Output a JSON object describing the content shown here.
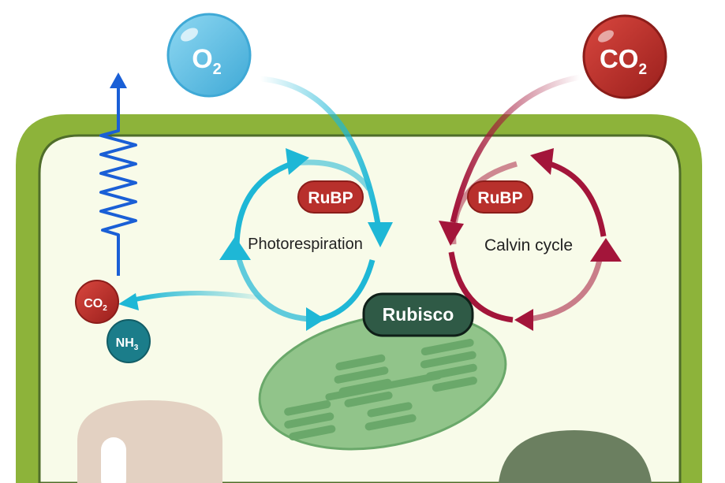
{
  "molecules": {
    "o2": {
      "base": "O",
      "sub": "2"
    },
    "co2": {
      "base": "CO",
      "sub": "2"
    },
    "co2_small": {
      "base": "CO",
      "sub": "2"
    },
    "nh3": {
      "base": "NH",
      "sub": "3"
    }
  },
  "badges": {
    "rubp_photo": "RuBP",
    "rubp_calvin": "RuBP",
    "rubisco": "Rubisco"
  },
  "cycles": {
    "photorespiration": "Photorespiration",
    "calvin": "Calvin cycle"
  },
  "colors": {
    "cell_wall": "#8db33a",
    "cytoplasm": "#f8fbe9",
    "o2": "#5fc2e6",
    "co2": "#b8302c",
    "photorespiration_arrow": "#1eb7d6",
    "calvin_arrow": "#a3153a",
    "rubp_badge": "#b8302c",
    "rubisco_badge": "#2f5a46",
    "nh3": "#1b7d8a",
    "chloroplast": "#91c48a",
    "thylakoid": "#6aa86a",
    "wavy_arrow": "#1a5fd6"
  },
  "icons": [
    "o2-bubble-icon",
    "co2-bubble-icon",
    "wavy-release-arrow-icon",
    "chloroplast-icon",
    "nucleus-icon",
    "vacuole-icon"
  ]
}
